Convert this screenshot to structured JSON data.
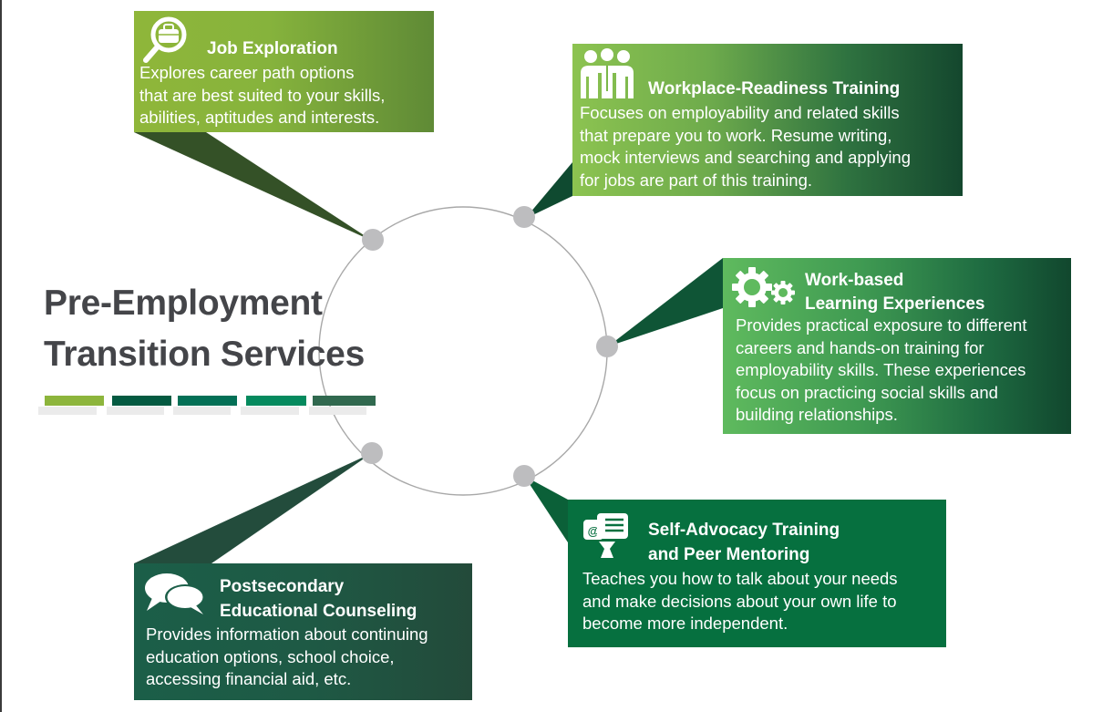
{
  "title": {
    "line1": "Pre-Employment",
    "line2": "Transition Services"
  },
  "accent_bars": [
    {
      "color": "#8db53c"
    },
    {
      "color": "#045a41"
    },
    {
      "color": "#037056"
    },
    {
      "color": "#058a5e"
    },
    {
      "color": "#31694f"
    }
  ],
  "circle_color": "#a8a8a8",
  "node_color": "#bdbdbf",
  "services": [
    {
      "id": "job-exploration",
      "icon": "magnifier-briefcase-icon",
      "title": "Job Exploration",
      "body": [
        "Explores career path options",
        "that are best suited to your skills,",
        "abilities, aptitudes and interests."
      ],
      "pointer_color": "#345127"
    },
    {
      "id": "workplace-readiness",
      "icon": "people-group-icon",
      "title": "Workplace-Readiness Training",
      "body": [
        "Focuses on employability and related skills",
        "that prepare you to work. Resume writing,",
        "mock interviews and searching and applying",
        "for jobs are part of this training."
      ],
      "pointer_color": "#0f4a30"
    },
    {
      "id": "work-based-learning",
      "icon": "gears-icon",
      "title_lines": [
        "Work-based",
        "Learning Experiences"
      ],
      "body": [
        "Provides practical exposure to different",
        "careers and hands-on training for",
        "employability skills. These experiences",
        "focus on practicing social skills and",
        "building relationships."
      ],
      "pointer_color": "#0f5536"
    },
    {
      "id": "self-advocacy",
      "icon": "chat-mentor-icon",
      "title_lines": [
        "Self-Advocacy Training",
        "and Peer Mentoring"
      ],
      "body": [
        "Teaches you how to talk about your needs",
        "and make decisions about your own life to",
        "become more independent."
      ],
      "pointer_color": "#0b6038"
    },
    {
      "id": "postsecondary-counseling",
      "icon": "speech-bubbles-icon",
      "title_lines": [
        "Postsecondary",
        "Educational Counseling"
      ],
      "body": [
        "Provides information about continuing",
        "education options, school choice,",
        "accessing financial aid, etc."
      ],
      "pointer_color": "#234c3c"
    }
  ]
}
